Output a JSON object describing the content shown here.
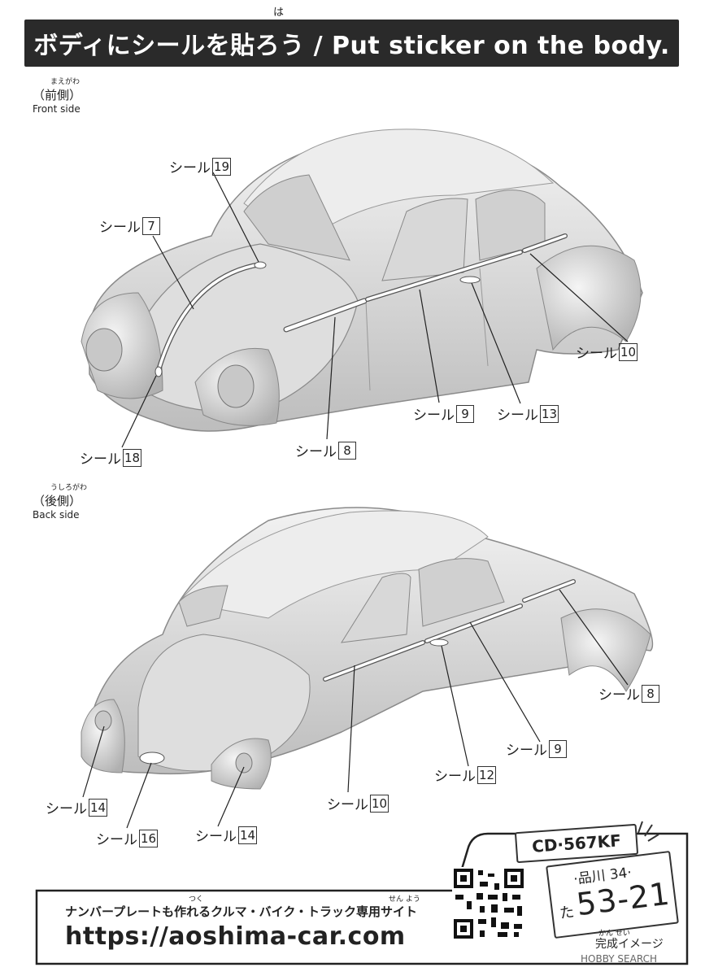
{
  "header": {
    "ruby": "は",
    "title": "ボディにシールを貼ろう / Put sticker on the body."
  },
  "front_section": {
    "ruby": "まえがわ",
    "label_jp": "（前側）",
    "label_en": "Front side"
  },
  "back_section": {
    "ruby": "うしろがわ",
    "label_jp": "（後側）",
    "label_en": "Back side"
  },
  "sticker_word": "シール",
  "front_callouts": [
    "19",
    "7",
    "10",
    "9",
    "13",
    "8",
    "18"
  ],
  "back_callouts": [
    "8",
    "9",
    "12",
    "10",
    "14",
    "16",
    "14"
  ],
  "footer": {
    "ruby_tsuku": "つく",
    "ruby_senyou": "せん よう",
    "line": "ナンバープレートも作れるクルマ・バイク・トラック専用サイト",
    "url": "https://aoshima-car.com"
  },
  "plates": {
    "front": "CD·567KF",
    "main_top": "·品川 34·",
    "main_kana": "た",
    "main_number": "53-21"
  },
  "completed": {
    "ruby": "かん せい",
    "label": "完成イメージ"
  },
  "watermark": "HOBBY SEARCH"
}
